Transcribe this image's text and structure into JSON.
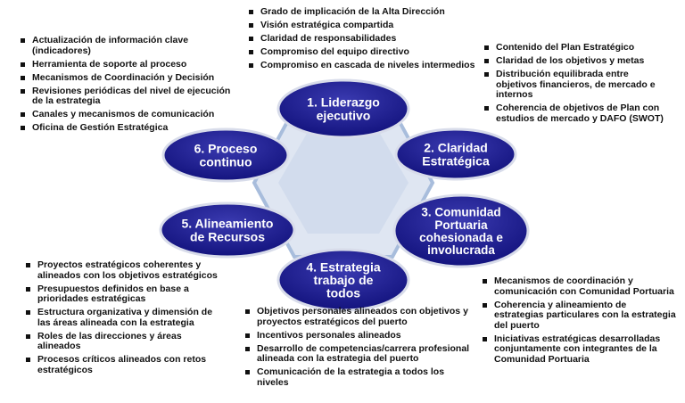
{
  "nodes": [
    {
      "lines": [
        "1. Liderazgo",
        "ejecutivo"
      ]
    },
    {
      "lines": [
        "2. Claridad",
        "Estratégica"
      ]
    },
    {
      "lines": [
        "3. Comunidad",
        "Portuaria",
        "cohesionada e",
        "involucrada"
      ]
    },
    {
      "lines": [
        "4. Estrategia",
        "trabajo de",
        "todos"
      ]
    },
    {
      "lines": [
        "5. Alineamiento",
        "de Recursos"
      ]
    },
    {
      "lines": [
        "6. Proceso",
        "continuo"
      ]
    }
  ],
  "lists": {
    "top": [
      "Grado de implicación de la Alta Dirección",
      "Visión estratégica compartida",
      "Claridad de responsabilidades",
      "Compromiso del equipo directivo",
      "Compromiso en cascada de niveles intermedios"
    ],
    "top_left": [
      "Actualización de información clave (indicadores)",
      "Herramienta de soporte al proceso",
      "Mecanismos de Coordinación y Decisión",
      "Revisiones periódicas del nivel de ejecución de la estrategia",
      "Canales y mecanismos de comunicación",
      "Oficina de Gestión Estratégica"
    ],
    "top_right": [
      "Contenido del Plan Estratégico",
      "Claridad de los objetivos y metas",
      "Distribución equilibrada entre objetivos financieros, de mercado e internos",
      "Coherencia de objetivos de Plan con estudios de mercado y DAFO (SWOT)"
    ],
    "bottom_left": [
      "Proyectos estratégicos coherentes y alineados con los objetivos estratégicos",
      "Presupuestos definidos en base a prioridades estratégicas",
      "Estructura organizativa y dimensión de las áreas alineada con la estrategia",
      "Roles de las direcciones y áreas alineados",
      "Procesos críticos alineados con retos estratégicos"
    ],
    "bottom_center": [
      "Objetivos personales alineados con objetivos y proyectos estratégicos del puerto",
      "Incentivos personales alineados",
      "Desarrollo de competencias/carrera profesional alineada con la estrategia del puerto",
      "Comunicación de la estrategia a todos los niveles"
    ],
    "bottom_right": [
      "Mecanismos de coordinación y comunicación con Comunidad Portuaria",
      "Coherencia y alineamiento de estrategias particulares con la estrategia del puerto",
      "Iniciativas estratégicas desarrolladas conjuntamente con integrantes de la Comunidad Portuaria"
    ]
  },
  "colors": {
    "node_fill": "#10107a",
    "node_highlight": "#3a3ab0",
    "node_border": "#d8dcea",
    "hex_fill": "#dfe6f2",
    "hex_inner": "#c9d6ea",
    "hex_border": "#a8bddc"
  }
}
